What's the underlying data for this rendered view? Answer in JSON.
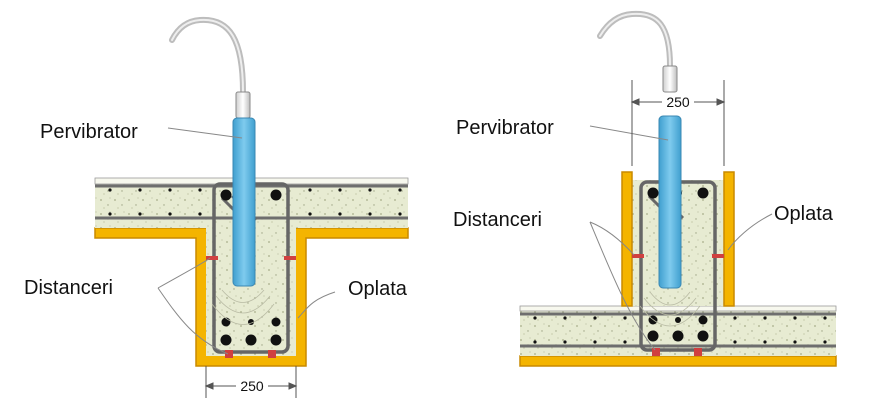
{
  "left_panel": {
    "vibrator_label": "Pervibrator",
    "spacers_label": "Distanceri",
    "formwork_label": "Oplata",
    "dimension_label": "250"
  },
  "right_panel": {
    "vibrator_label": "Pervibrator",
    "spacers_label": "Distanceri",
    "formwork_label": "Oplata",
    "dimension_label": "250"
  },
  "colors": {
    "formwork": "#f4b400",
    "formwork_edge": "#c98a00",
    "concrete": "#e6ead0",
    "rebar": "#777777",
    "vibrator": "#5fb7df",
    "spacer": "#d04040"
  }
}
